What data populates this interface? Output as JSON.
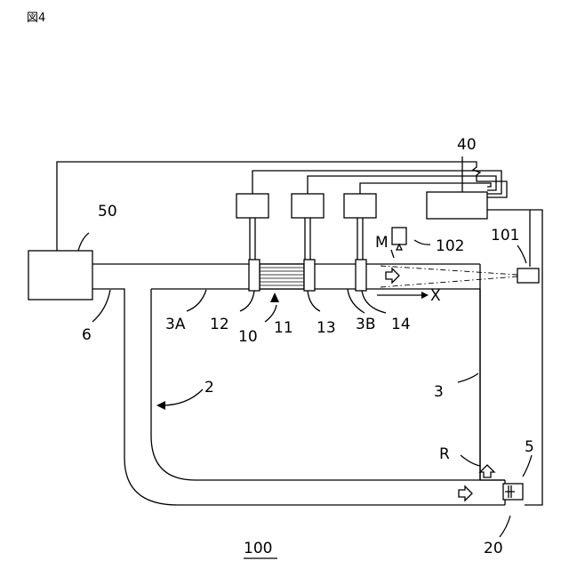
{
  "figure_title": "図4",
  "reference_number": "100",
  "labels": {
    "system": "2",
    "pipe_loop": "3",
    "pipe_3a": "3A",
    "pipe_3b": "3B",
    "pump": "5",
    "line_6": "6",
    "unit_10": "10",
    "filter_11": "11",
    "flange_12": "12",
    "flange_13": "13",
    "flange_14": "14",
    "pump_20": "20",
    "controller_40": "40",
    "unit_50": "50",
    "sensor_101": "101",
    "camera_102": "102",
    "flow_m": "M",
    "flow_r": "R",
    "axis_x": "X"
  }
}
